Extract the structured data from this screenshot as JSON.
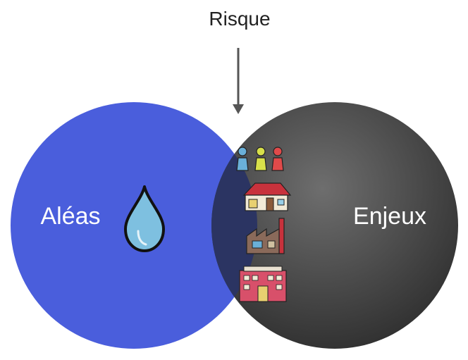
{
  "labels": {
    "risk": "Risque",
    "hazards": "Aléas",
    "stakes": "Enjeux"
  },
  "colors": {
    "hazards_circle": "#4a5edc",
    "stakes_circle_top": "#6a6a6a",
    "stakes_circle_bottom": "#2a2a2a",
    "overlap": "#2b3462",
    "arrow": "#555555",
    "label_text": "#ffffff",
    "title_text": "#222222",
    "drop_fill": "#7ec0e0"
  },
  "icons": [
    "water-drop-icon",
    "people-icon",
    "house-icon",
    "factory-icon",
    "school-building-icon"
  ]
}
